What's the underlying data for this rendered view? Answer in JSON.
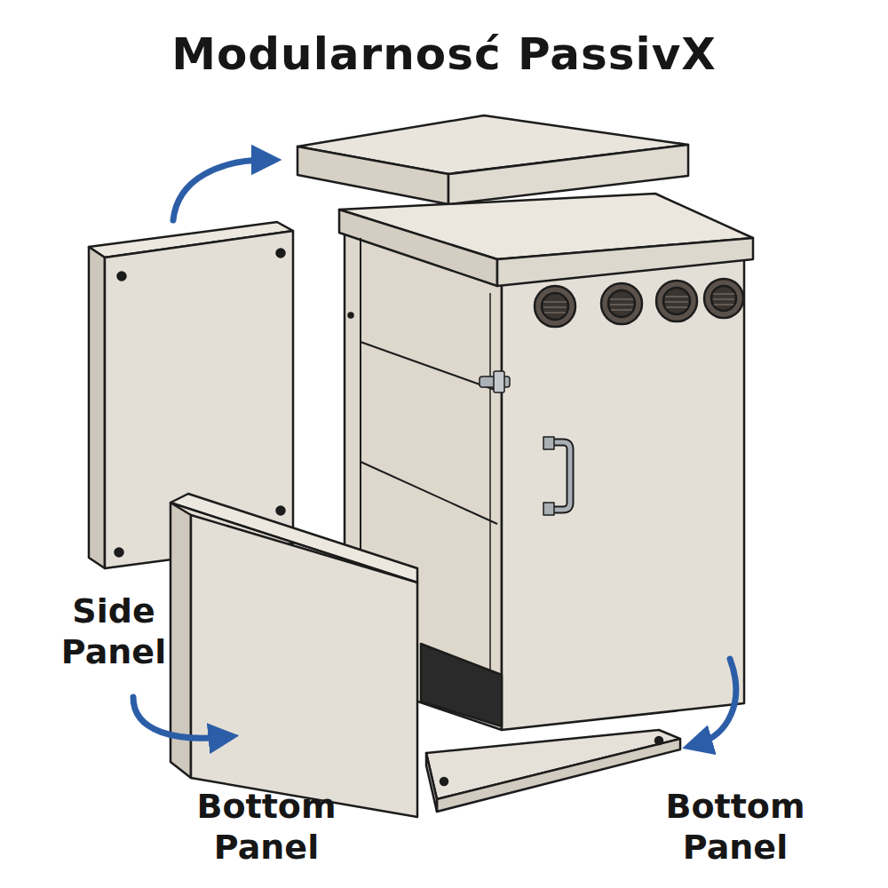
{
  "diagram": {
    "title": "Modularnosć PassivX",
    "labels": [
      "Side Panel",
      "Bottom Panel",
      "Bottom Panel"
    ]
  }
}
